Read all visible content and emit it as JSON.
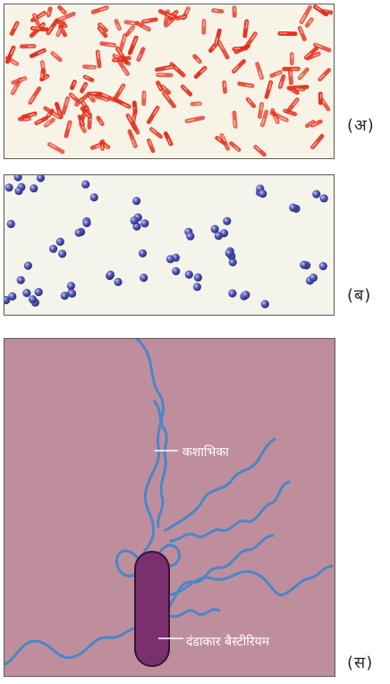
{
  "panels": [
    {
      "id": "a",
      "caption": "(अ)",
      "depicts": "rod-bacteria-culture",
      "dot_color": "#e3301e",
      "background": "#f7f3e6"
    },
    {
      "id": "b",
      "caption": "(ब)",
      "depicts": "coccus-bacteria-culture",
      "dot_color": "#3b3f9a",
      "background": "#f4f4ea"
    },
    {
      "id": "c",
      "caption": "(स)",
      "depicts": "flagellated-rod-bacterium",
      "background": "#bf8e9c"
    }
  ],
  "labels": {
    "flagella": "कशाभिका",
    "bacterium": "दंडाकार बैस्टीरियम"
  },
  "colors": {
    "rod": "#e3301e",
    "coccus": "#3b3f9a",
    "flagellum": "#4a86c8",
    "bacterium_body": "#7a2f6e",
    "label_line": "#ffffff"
  }
}
